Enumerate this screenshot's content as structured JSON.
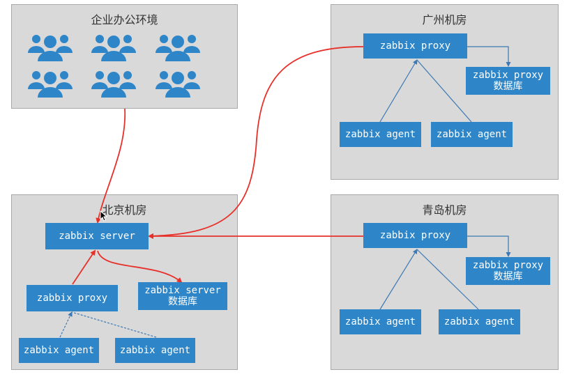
{
  "regions": {
    "office": {
      "title": "企业办公环境"
    },
    "guangzhou": {
      "title": "广州机房",
      "proxy": "zabbix proxy",
      "db_line1": "zabbix proxy",
      "db_line2": "数据库",
      "agent1": "zabbix agent",
      "agent2": "zabbix agent"
    },
    "beijing": {
      "title": "北京机房",
      "server": "zabbix server",
      "proxy": "zabbix proxy",
      "db_line1": "zabbix server",
      "db_line2": "数据库",
      "agent1": "zabbix agent",
      "agent2": "zabbix agent"
    },
    "qingdao": {
      "title": "青岛机房",
      "proxy": "zabbix proxy",
      "db_line1": "zabbix proxy",
      "db_line2": "数据库",
      "agent1": "zabbix agent",
      "agent2": "zabbix agent"
    }
  },
  "colors": {
    "node": "#2e86c9",
    "region": "#d9d9d9",
    "red_link": "#e8302a",
    "blue_link": "#3c78b4"
  },
  "icons": [
    "users-icon",
    "users-icon",
    "users-icon",
    "users-icon",
    "users-icon",
    "users-icon"
  ]
}
